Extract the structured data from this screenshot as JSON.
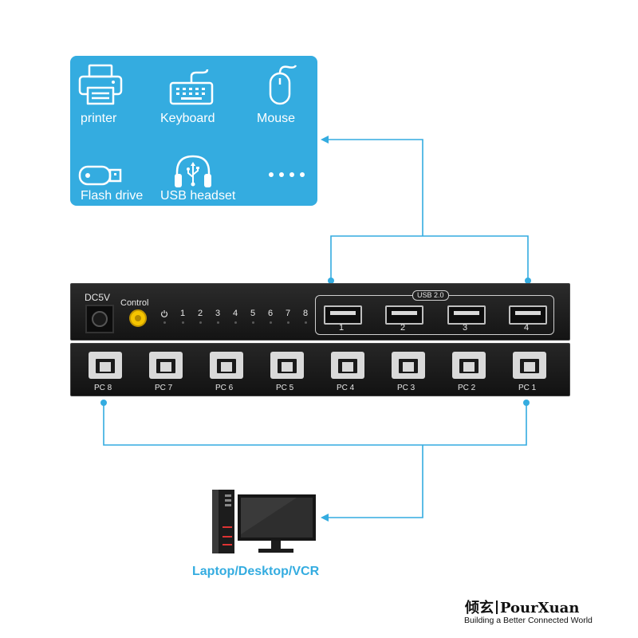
{
  "devices": {
    "items": [
      {
        "label": "printer",
        "icon": "printer-icon"
      },
      {
        "label": "Keyboard",
        "icon": "keyboard-icon"
      },
      {
        "label": "Mouse",
        "icon": "mouse-icon"
      },
      {
        "label": "Flash drive",
        "icon": "flash-drive-icon"
      },
      {
        "label": "USB headset",
        "icon": "usb-headset-icon"
      }
    ],
    "more": "····"
  },
  "switch": {
    "power_label": "DC5V",
    "control_label": "Control",
    "usb_standard": "USB 2.0",
    "leds": [
      "1",
      "2",
      "3",
      "4",
      "5",
      "6",
      "7",
      "8"
    ],
    "usb_ports": [
      "1",
      "2",
      "3",
      "4"
    ],
    "pc_ports": [
      "PC 8",
      "PC 7",
      "PC 6",
      "PC 5",
      "PC 4",
      "PC 3",
      "PC 2",
      "PC 1"
    ]
  },
  "computer_label": "Laptop/Desktop/VCR",
  "brand": {
    "cn": "倾玄",
    "name": "PourXuan",
    "tagline": "Building a Better Connected World"
  },
  "colors": {
    "accent": "#34ace0",
    "device_body": "#1a1a1a",
    "control_button": "#f5c400"
  }
}
